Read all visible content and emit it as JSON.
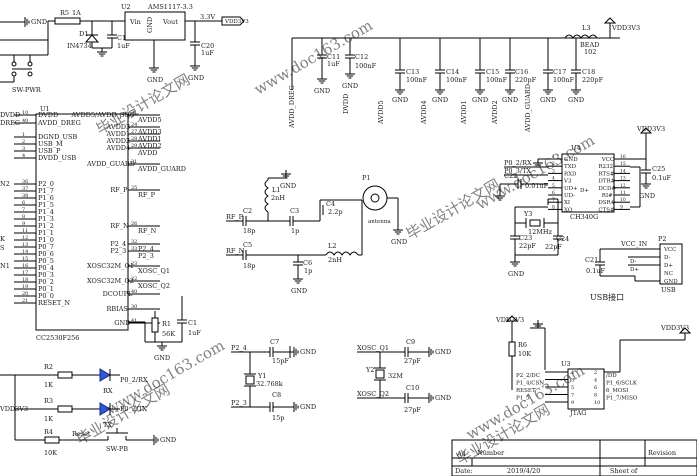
{
  "title_block": {
    "size": "A4",
    "number": "Number",
    "revision": "Revision",
    "date_label": "Date:",
    "date": "2019/4/20",
    "sheet": "Sheet    of"
  },
  "watermark": {
    "site": "www.doc163.com",
    "brand": "毕业设计论文网"
  },
  "power": {
    "gnd": "GND",
    "vdd": "VDD3V3",
    "v33": "3.3V"
  },
  "power_input": {
    "r5": "R5",
    "r5_val": "1A",
    "d1": "D1",
    "d1_part": "IN4734",
    "c19": "C19",
    "c19_val": "1uF",
    "u2": "U2",
    "u2_part": "AMS1117-3.3",
    "vin": "Vin",
    "vout": "Vout",
    "c20": "C20",
    "c20_val": "1uF",
    "c20_gnd": "GND",
    "u2_gnd_label": "GND",
    "sw_pwr": "SW-PWR"
  },
  "decoupling": {
    "c11": "C11",
    "c11_val": "1uF",
    "c12": "C12",
    "c12_val": "100nF",
    "c13": "C13",
    "c13_val": "100nF",
    "c14": "C14",
    "c14_val": "100nF",
    "c15": "C15",
    "c15_val": "100nF",
    "c16": "C16",
    "c16_val": "220pF",
    "c17": "C17",
    "c17_val": "100nF",
    "c18": "C18",
    "c18_val": "220pF",
    "l3": "L3",
    "l3_val": "BEAD",
    "l3_val2": "102",
    "nets": [
      "AVDD_DREG",
      "DVDD",
      "AVDD5",
      "AVDD4",
      "AVDD1",
      "AVDD2",
      "AVDD_GUARD"
    ]
  },
  "mcu": {
    "ref": "U1",
    "part": "CC2530F256",
    "left_pins": [
      "DVDD",
      "AVDD_DREG",
      "DGND_USB",
      "USB_M",
      "USB_P",
      "DVDD_USB",
      "P2_0",
      "P1_7",
      "P1_6",
      "P1_5",
      "P1_4",
      "P1_3",
      "P1_2",
      "P1_1",
      "P1_0",
      "P0_7",
      "P0_6",
      "P0_5",
      "P0_4",
      "P0_3",
      "P0_2",
      "P0_1",
      "P0_0",
      "RESET_N"
    ],
    "left_nums": [
      "10",
      "40",
      "1",
      "2",
      "3",
      "4",
      "36",
      "37",
      "38",
      "6",
      "7",
      "8",
      "9",
      "11",
      "12",
      "13",
      "14",
      "15",
      "16",
      "17",
      "18",
      "19",
      "20",
      "21",
      "22"
    ],
    "right_pins": [
      "AVDD5/AVDD_SOC",
      "AVDD3",
      "AVDD1",
      "AVDD2",
      "AVDD4",
      "AVDD_GUARD",
      "RF_P",
      "RF_N",
      "P2_4",
      "P2_3",
      "XOSC32M_Q1",
      "XOSC32M_Q2",
      "DCOUPL",
      "RBIAS",
      "GND"
    ],
    "right_nums": [
      "21",
      "24",
      "27",
      "28",
      "29",
      "31",
      "25",
      "26",
      "32",
      "33",
      "23",
      "22",
      "40",
      "30",
      "41"
    ],
    "right_nets": [
      "AVDD5",
      "AVDD3",
      "AVDD1",
      "AVDD2",
      "AVDD",
      "AVDD_GUARD",
      "RF_P",
      "RF_N",
      "P2_4",
      "P2_3",
      "XOSC_Q1",
      "XOSC_Q2"
    ],
    "left_stub_labels": [
      "DVDD",
      "DREG",
      "N2",
      "K",
      "S",
      "N1"
    ],
    "r1": "R1",
    "r1_val": "56K",
    "c1": "C1",
    "c1_val": "1uF"
  },
  "rf": {
    "c2": "C2",
    "c2_val": "18p",
    "c3": "C3",
    "c3_val": "1p",
    "c4": "C4",
    "c4_val": "2.2p",
    "c5": "C5",
    "c5_val": "18p",
    "c6": "C6",
    "c6_val": "1p",
    "l1": "L1",
    "l1_val": "2nH",
    "l2": "L2",
    "l2_val": "2nH",
    "p1": "P1",
    "p1_part": "antenna",
    "rf_p": "RF_P",
    "rf_n": "RF_N"
  },
  "usb_chip": {
    "ref": "U4",
    "part": "CH340G",
    "left_pins": [
      "GND",
      "TXD",
      "RXD",
      "V3",
      "UD+",
      "UD-",
      "XI",
      "XO"
    ],
    "left_nums": [
      "1",
      "2",
      "3",
      "4",
      "5",
      "6",
      "7",
      "8"
    ],
    "right_pins": [
      "VCC",
      "R232",
      "RTS#",
      "DTR#",
      "DCD#",
      "RI#",
      "DSR#",
      "CTS#"
    ],
    "right_nums": [
      "16",
      "15",
      "14",
      "13",
      "12",
      "11",
      "10",
      "9"
    ],
    "net_rx": "P0_2/RX",
    "net_tx": "P0_3/TX",
    "c22": "C22",
    "c22_val": "0.01uF",
    "c25": "C25",
    "c25_val": "0.1uF",
    "y3": "Y3",
    "y3_val": "12MHz",
    "c23": "C23",
    "c23_val": "22pF",
    "c24": "C24",
    "c24_val": "22pF",
    "dplus": "D+",
    "dminus": "D-"
  },
  "usb_conn": {
    "p2": "P2",
    "vcc_in": "VCC_IN",
    "pins": [
      "VCC",
      "D-",
      "D+",
      "NC",
      "GND"
    ],
    "ref": "USB",
    "c21": "C21",
    "c21_val": "0.1uF",
    "caption": "USB接口"
  },
  "crystal32k": {
    "p24": "P2_4",
    "p23": "P2_3",
    "c7": "C7",
    "c7_val": "15pF",
    "c8": "C8",
    "c8_val": "15p",
    "y1": "Y1",
    "y1_val": "32.768k"
  },
  "crystal32m": {
    "q1": "XOSC_Q1",
    "q2": "XOSC_Q2",
    "c9": "C9",
    "c9_val": "27pF",
    "c10": "C10",
    "c10_val": "27pF",
    "y2": "Y2",
    "y2_val": "32M"
  },
  "jtag": {
    "ref": "U3",
    "part": "JTAG",
    "r6": "R6",
    "r6_val": "10K",
    "left_nets": [
      "P2_2/DC",
      "P1_4/CSN",
      "RESET",
      "P1_5"
    ],
    "left_nums": [
      "1",
      "3",
      "5",
      "7",
      "9"
    ],
    "right_nums": [
      "2",
      "4",
      "6",
      "8",
      "10"
    ],
    "right_nets": [
      "/DD",
      "P1_6/SCLK",
      "6_MOSI",
      "P1_7/MISO"
    ]
  },
  "leds": {
    "r2": "R2",
    "r2_val": "1K",
    "r3": "R3",
    "r3_val": "1K",
    "r4": "R4",
    "r4_val": "10K",
    "rx": "RX",
    "tx": "TX",
    "net_rx": "P0_2/RX",
    "net_tx": "P0_3/TX",
    "reset": "Reset",
    "sw_pb": "SW-PB"
  }
}
